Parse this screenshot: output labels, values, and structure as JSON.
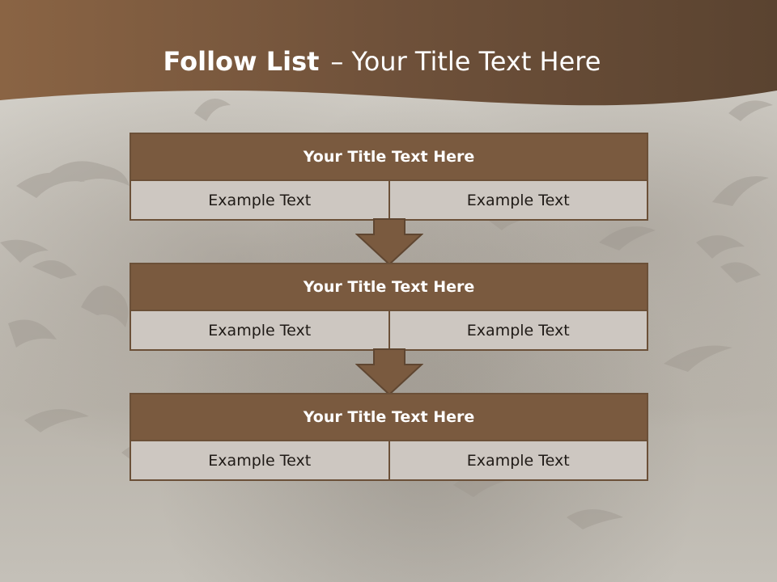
{
  "slide": {
    "title_bold": "Follow List",
    "title_dash": "–",
    "title_rest": "Your Title Text Here"
  },
  "colors": {
    "header_brown": "#7a5a3f",
    "border_brown": "#6b5038",
    "cell_fill": "#cdc7c1"
  },
  "blocks": [
    {
      "title": "Your Title Text Here",
      "cells": [
        "Example Text",
        "Example Text"
      ]
    },
    {
      "title": "Your Title Text Here",
      "cells": [
        "Example Text",
        "Example Text"
      ]
    },
    {
      "title": "Your Title Text Here",
      "cells": [
        "Example Text",
        "Example Text"
      ]
    }
  ],
  "connectors": [
    "down-arrow-icon",
    "down-arrow-icon"
  ]
}
